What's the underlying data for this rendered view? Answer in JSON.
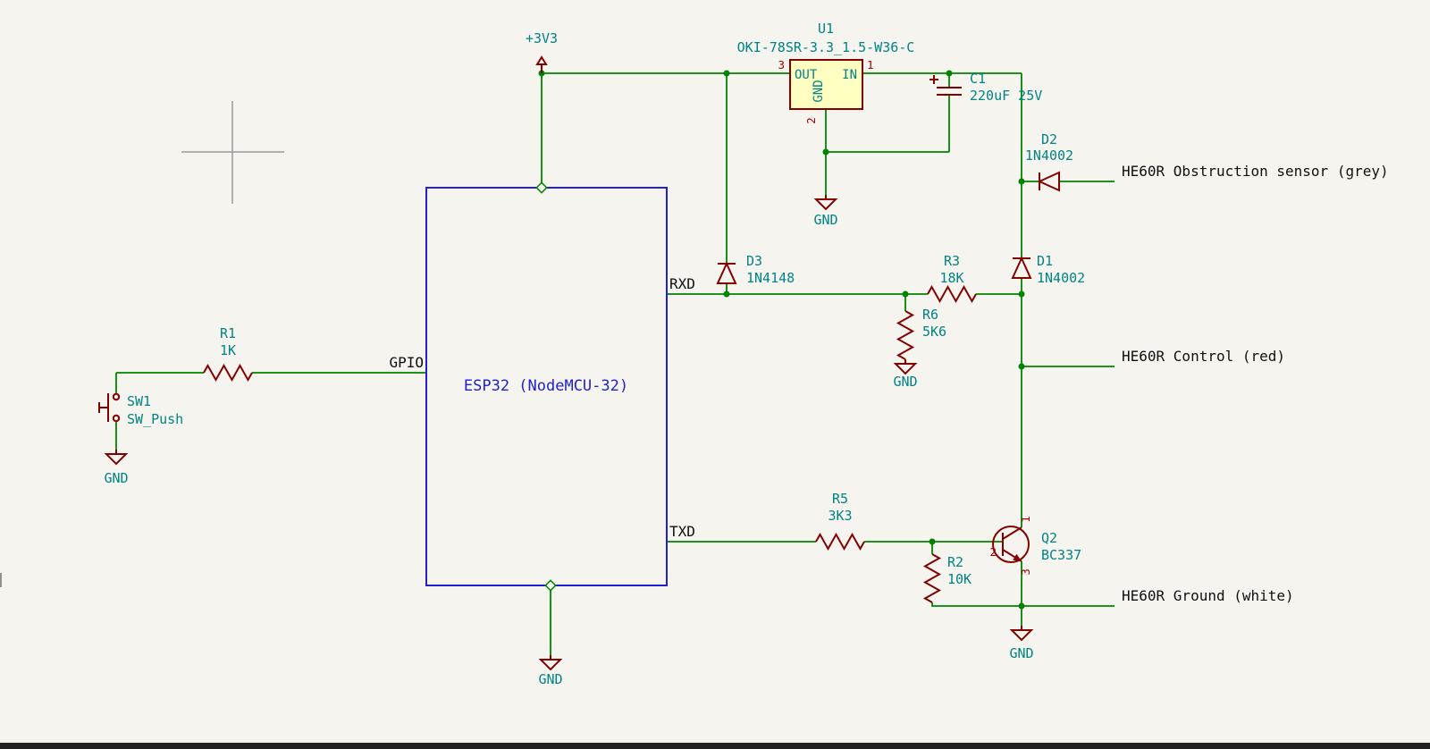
{
  "colors": {
    "background": "#F5F4EF",
    "wire_green": "#008400",
    "device_red": "#840000",
    "field_teal": "#008484",
    "pin_number_red": "#A40000",
    "label_black": "#101010",
    "sheet_blue": "#2222CC",
    "body_fill_yellow": "#FFFFC2"
  },
  "power": {
    "v3v3_label": "+3V3",
    "gnd_label": "GND"
  },
  "sheet": {
    "title": "ESP32 (NodeMCU-32)",
    "pin_gpio": "GPIO",
    "pin_rxd": "RXD",
    "pin_txd": "TXD"
  },
  "net_labels": {
    "obstruction": "HE60R Obstruction sensor (grey)",
    "control": "HE60R Control (red)",
    "ground": "HE60R Ground (white)"
  },
  "components": {
    "u1": {
      "ref": "U1",
      "value": "OKI-78SR-3.3_1.5-W36-C",
      "pin_out": "OUT",
      "pin_in": "IN",
      "pin_gnd": "GND",
      "num_out": "3",
      "num_in": "1",
      "num_gnd": "2"
    },
    "c1": {
      "ref": "C1",
      "value": "220uF 25V"
    },
    "d1": {
      "ref": "D1",
      "value": "1N4002"
    },
    "d2": {
      "ref": "D2",
      "value": "1N4002"
    },
    "d3": {
      "ref": "D3",
      "value": "1N4148"
    },
    "q2": {
      "ref": "Q2",
      "value": "BC337",
      "num_collector": "1",
      "num_base": "2",
      "num_emitter": "3"
    },
    "r1": {
      "ref": "R1",
      "value": "1K"
    },
    "r2": {
      "ref": "R2",
      "value": "10K"
    },
    "r3": {
      "ref": "R3",
      "value": "18K"
    },
    "r5": {
      "ref": "R5",
      "value": "3K3"
    },
    "r6": {
      "ref": "R6",
      "value": "5K6"
    },
    "sw1": {
      "ref": "SW1",
      "value": "SW_Push"
    }
  }
}
